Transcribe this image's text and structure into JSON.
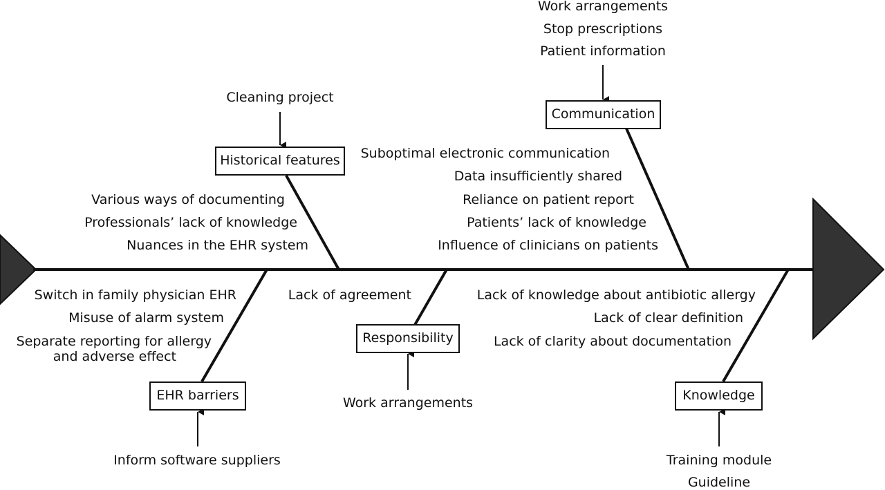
{
  "categories": {
    "historical": {
      "label": "Historical features",
      "solutions": [
        "Cleaning project"
      ],
      "causes": [
        "Various ways of documenting",
        "Professionals’ lack of knowledge",
        "Nuances in the EHR system"
      ]
    },
    "communication": {
      "label": "Communication",
      "solutions": [
        "Work arrangements",
        "Stop prescriptions",
        "Patient information"
      ],
      "causes": [
        "Suboptimal electronic communication",
        "Data insufficiently shared",
        "Reliance on patient report",
        "Patients’ lack of knowledge",
        "Influence of clinicians on patients"
      ]
    },
    "ehr": {
      "label": "EHR barriers",
      "solutions": [
        "Inform software suppliers"
      ],
      "causes": [
        "Switch in family physician EHR",
        "Misuse of alarm system",
        "Separate reporting for allergy",
        "and adverse effect"
      ]
    },
    "responsibility": {
      "label": "Responsibility",
      "solutions": [
        "Work arrangements"
      ],
      "causes": [
        "Lack of agreement"
      ]
    },
    "knowledge": {
      "label": "Knowledge",
      "solutions": [
        "Training module",
        "Guideline"
      ],
      "causes": [
        "Lack of knowledge about antibiotic allergy",
        "Lack of clear definition",
        "Lack of clarity about documentation"
      ]
    }
  },
  "colors": {
    "line": "#111111",
    "head": "#333333"
  }
}
